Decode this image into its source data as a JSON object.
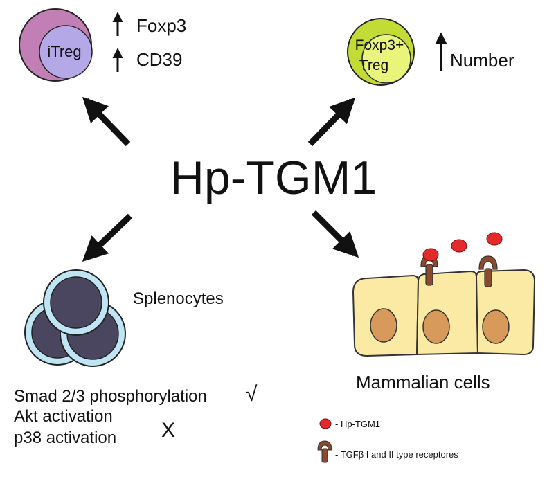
{
  "center": {
    "label": "Hp-TGM1"
  },
  "itreg": {
    "cell_label": "iTreg",
    "markers": [
      "Foxp3",
      "CD39"
    ],
    "colors": {
      "outer": "#c27fb6",
      "inner": "#b4a8e6"
    }
  },
  "foxp3_treg": {
    "cell_label_line1": "Foxp3+",
    "cell_label_line2": "Treg",
    "effect": "Number",
    "colors": {
      "outer": "#c3dc35",
      "inner": "#e8f47a"
    }
  },
  "splenocytes": {
    "label": "Splenocytes",
    "colors": {
      "ring": "#bfe4f3",
      "core": "#4a4660"
    }
  },
  "mammalian": {
    "label": "Mammalian cells",
    "colors": {
      "cell": "#fbeaa4",
      "nucleus": "#d79a5a",
      "receptor": "#8b4a30",
      "ligand": "#e3292b"
    }
  },
  "signaling": {
    "items": [
      "Smad 2/3 phosphorylation",
      "Akt activation",
      "p38 activation"
    ],
    "yes_mark": "√",
    "no_mark": "X"
  },
  "legend": {
    "ligand_label": "- Hp-TGM1",
    "receptor_label": "- TGFβ I and II type receptores"
  }
}
